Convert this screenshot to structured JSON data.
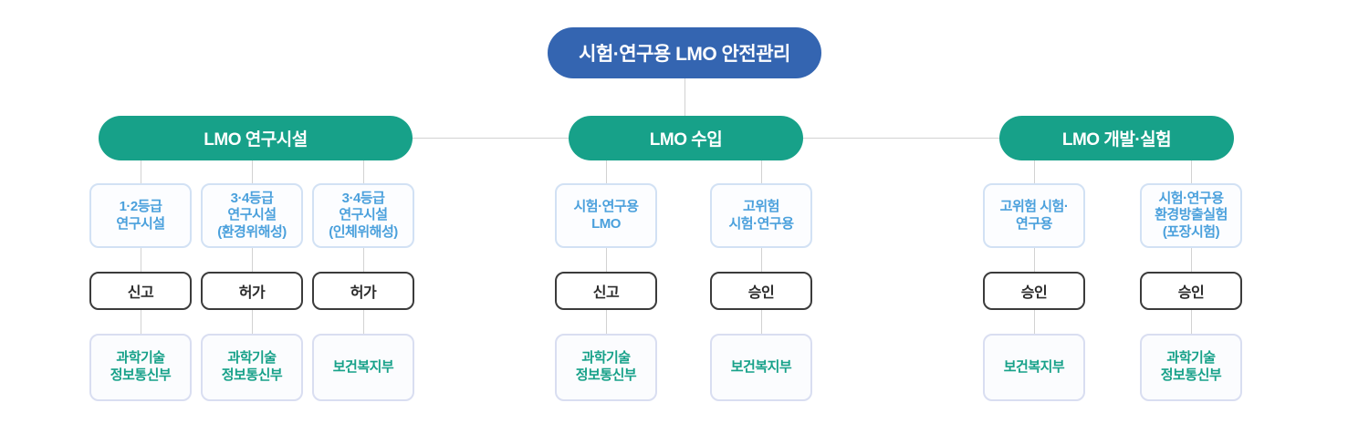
{
  "diagram": {
    "root": {
      "label": "시험·연구용 LMO 안전관리"
    },
    "branches": [
      {
        "label": "LMO 연구시설",
        "items": [
          {
            "category": "1·2등급\n연구시설",
            "action": "신고",
            "ministry": "과학기술\n정보통신부"
          },
          {
            "category": "3·4등급\n연구시설\n(환경위해성)",
            "action": "허가",
            "ministry": "과학기술\n정보통신부"
          },
          {
            "category": "3·4등급\n연구시설\n(인체위해성)",
            "action": "허가",
            "ministry": "보건복지부"
          }
        ]
      },
      {
        "label": "LMO 수입",
        "items": [
          {
            "category": "시험·연구용\nLMO",
            "action": "신고",
            "ministry": "과학기술\n정보통신부"
          },
          {
            "category": "고위험\n시험·연구용",
            "action": "승인",
            "ministry": "보건복지부"
          }
        ]
      },
      {
        "label": "LMO 개발·실험",
        "items": [
          {
            "category": "고위험 시험·\n연구용",
            "action": "승인",
            "ministry": "보건복지부"
          },
          {
            "category": "시험·연구용\n환경방출실험\n(포장시험)",
            "action": "승인",
            "ministry": "과학기술\n정보통신부"
          }
        ]
      }
    ],
    "colors": {
      "root_bg": "#3465b1",
      "branch_bg": "#17a189",
      "category_text": "#4aa0dc",
      "category_border": "#d2e1f4",
      "ministry_text": "#17a189",
      "ministry_border": "#d9def1",
      "action_border": "#3b3b3b",
      "connector": "#d2d2d2"
    }
  }
}
